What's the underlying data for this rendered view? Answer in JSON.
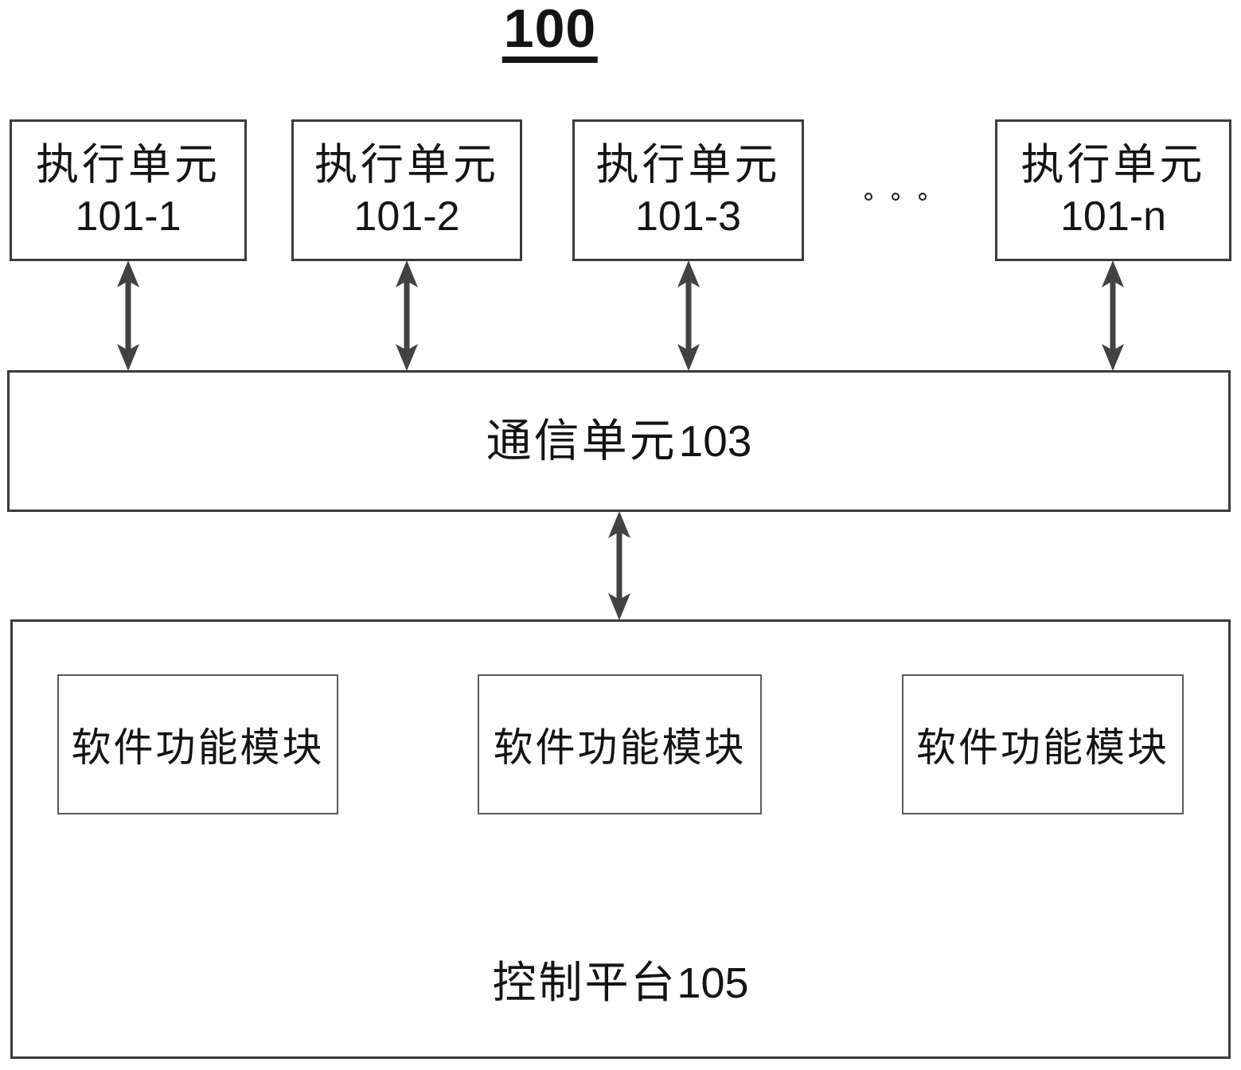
{
  "figure": {
    "title": "100",
    "execution_units": [
      {
        "name": "执行单元",
        "ref": "101-1"
      },
      {
        "name": "执行单元",
        "ref": "101-2"
      },
      {
        "name": "执行单元",
        "ref": "101-3"
      },
      {
        "name": "执行单元",
        "ref": "101-n"
      }
    ],
    "ellipsis": "。。。",
    "communication_unit": {
      "name": "通信单元",
      "ref": "103"
    },
    "software_modules": [
      "软件功能模块",
      "软件功能模块",
      "软件功能模块"
    ],
    "control_platform": {
      "name": "控制平台",
      "ref": "105"
    },
    "colors": {
      "line": "#3b3b3b",
      "module_border": "#5a5a5a",
      "arrow": "#424242",
      "text": "#141414",
      "background": "#ffffff"
    }
  }
}
